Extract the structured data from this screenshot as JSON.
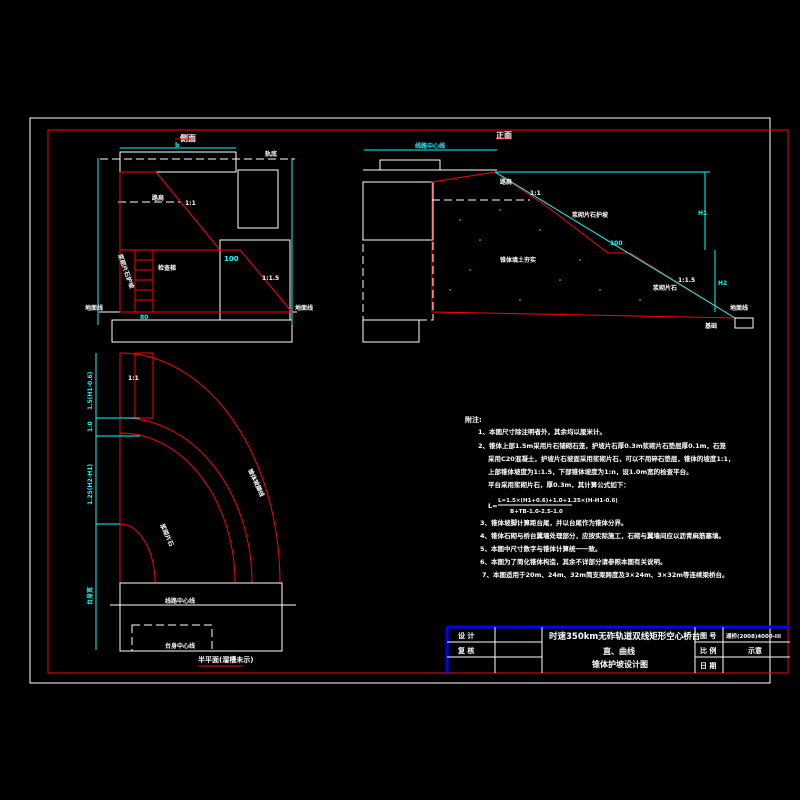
{
  "side_view": {
    "title": "侧面",
    "slope_upper": "1:1",
    "slope_lower": "1:1.5",
    "ground_left": "地面线",
    "ground_right": "地面线",
    "stair": "检查梯",
    "stair_side": "浆砌片石护坡",
    "shoulder": "路肩",
    "platform_width": "100",
    "stair_width": "80",
    "top_dim": "b",
    "rail_top": "轨底"
  },
  "front_view": {
    "title": "正面",
    "track_center": "线路中心线",
    "shoulder": "路肩",
    "upper_protect": "浆砌片石护坡",
    "platform": "100",
    "fill": "锥体填土夯实",
    "lower_protect": "浆砌片石",
    "ground": "地面线",
    "toe": "基础",
    "upper_slope": "1:1",
    "lower_slope": "1:1.5",
    "h_upper": "H1",
    "h_lower": "H2"
  },
  "plan_view": {
    "title": "半平面(溜槽未示)",
    "line_center": "线路中心线",
    "abutment_center": "台身中心线",
    "cone_toe": "锥体坡脚线",
    "protection": "浆砌片石",
    "slope_label": "1:1",
    "dim_1": "1.5(H1-0.6)",
    "dim_2": "1.0",
    "dim_3": "1.25(H2-H1)",
    "dim_4": "台身宽"
  },
  "notes": {
    "heading": "附注:",
    "items": [
      "1、本图尺寸除注明者外，其余均以厘米计。",
      "2、锥体上部1.5m采用片石铺砌石笼，护坡片石厚0.3m浆砌片石垫层厚0.1m，石笼",
      "采用C20混凝土，护坡片石坡面采用浆砌片石，可以不用碎石垫层，锥体的坡度1:1，",
      "上部锥体坡度为1:1.5，下部锥体坡度为1:n，设1.0m宽的检查平台。",
      "平台采用浆砌片石，厚0.3m，其计算公式如下：",
      "3、锥体坡脚计算距台尾，并以台尾作为锥体分界。",
      "4、锥体石砌与桥台翼墙处理部分，应按实际施工，石砌与翼墙间应以沥青麻筋塞填。",
      "5、本图中尺寸数字与锥体计算统一一致。",
      "6、本图为了简化锥体构造，其余不详部分请参照本图有关说明。",
      "7、本图适用于20m、24m、32m简支梁跨度及3×24m、3×32m等连续梁桥台。"
    ],
    "formula_num": "L=1.5×(H1+0.6)+1.0+1.25×(H-H1-0.6)",
    "formula_den": "B+TB-1.0-2.5-1.0",
    "formula_lhs": "L="
  },
  "title_block": {
    "design_label": "设 计",
    "review_label": "复 核",
    "title_line1": "时速350km无砟轨道双线矩形空心桥台",
    "title_line2": "直、曲线",
    "title_line3": "锥体护坡设计图",
    "drawing_no_label": "图 号",
    "drawing_no": "通桥(2008)4000-III",
    "scale_label": "比 例",
    "scale": "示意",
    "date_label": "日 期"
  }
}
